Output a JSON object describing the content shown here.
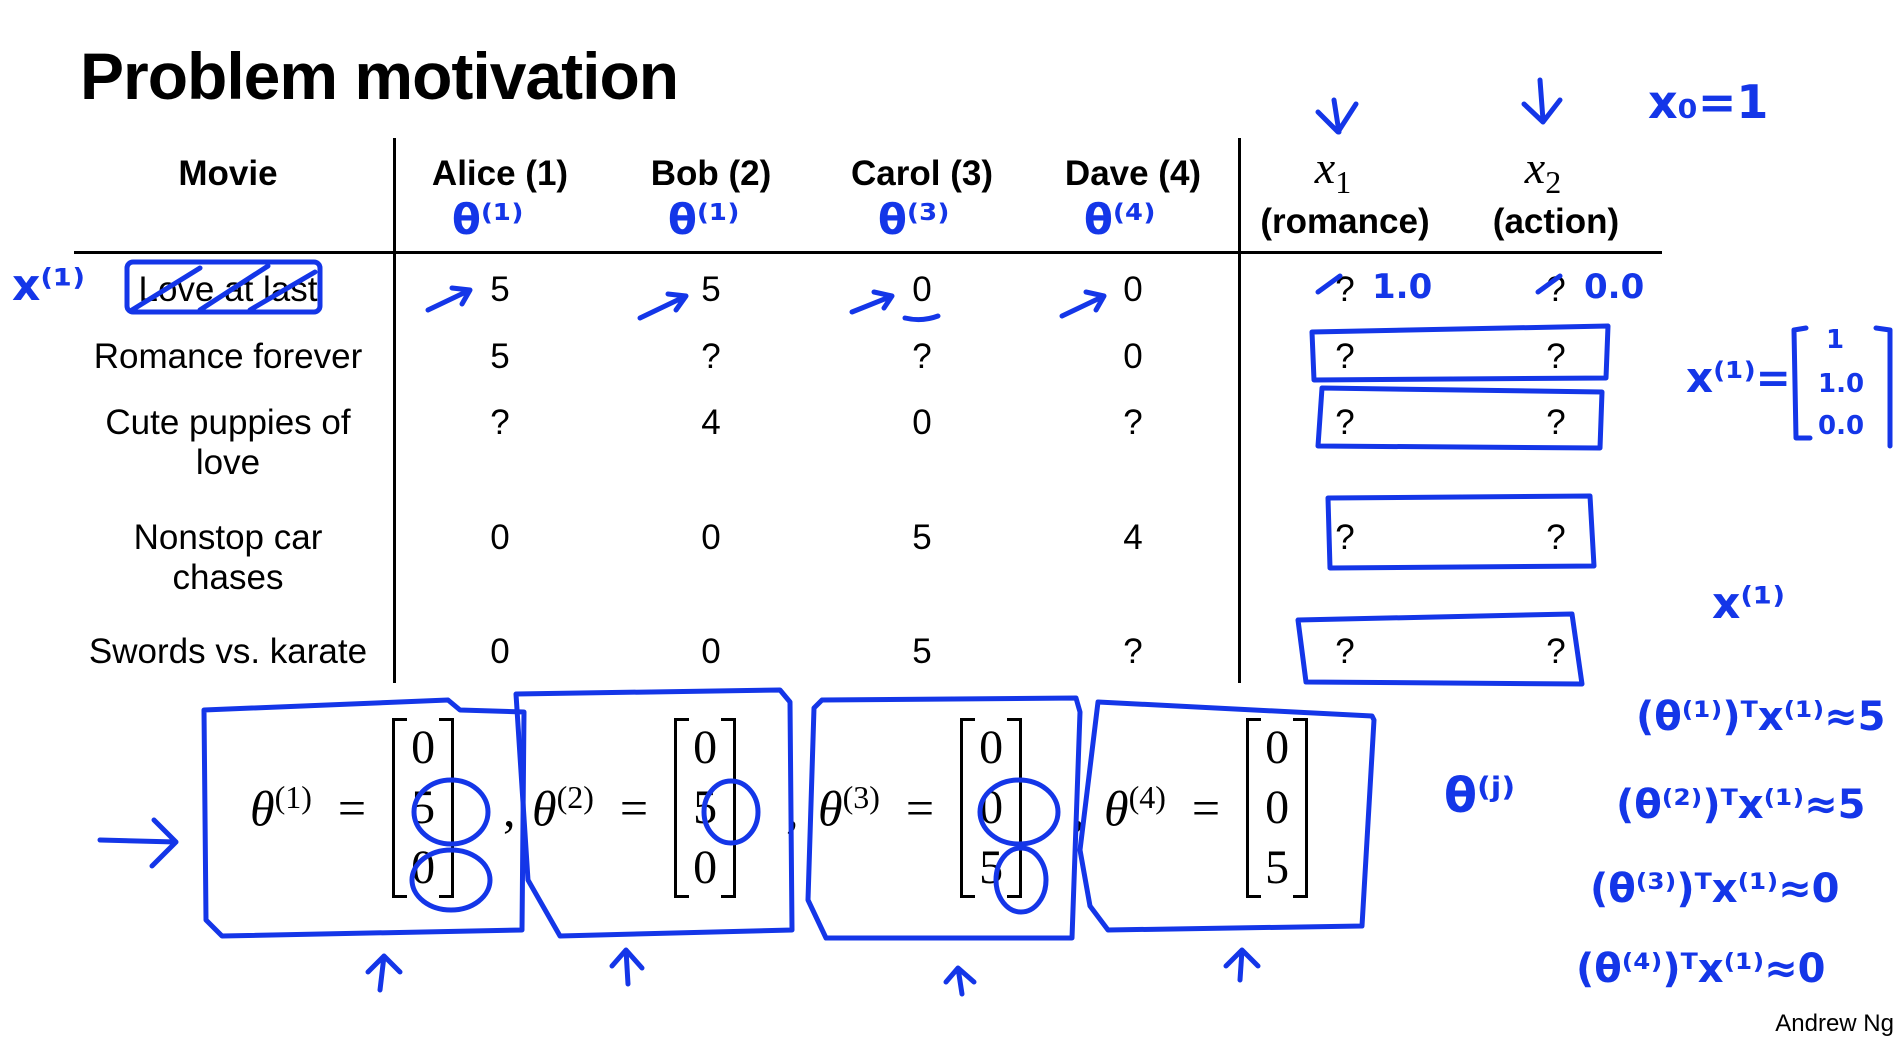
{
  "title": "Problem motivation",
  "credit": "Andrew Ng",
  "table": {
    "movie_header": "Movie",
    "users": [
      "Alice (1)",
      "Bob (2)",
      "Carol (3)",
      "Dave (4)"
    ],
    "features": [
      {
        "symbol": "x",
        "index": "1",
        "label": "(romance)"
      },
      {
        "symbol": "x",
        "index": "2",
        "label": "(action)"
      }
    ],
    "rows": [
      {
        "movie": "Love at last",
        "ratings": [
          "5",
          "5",
          "0",
          "0"
        ],
        "features": [
          "?",
          "?"
        ]
      },
      {
        "movie": "Romance forever",
        "ratings": [
          "5",
          "?",
          "?",
          "0"
        ],
        "features": [
          "?",
          "?"
        ]
      },
      {
        "movie": "Cute puppies of love",
        "ratings": [
          "?",
          "4",
          "0",
          "?"
        ],
        "features": [
          "?",
          "?"
        ]
      },
      {
        "movie": "Nonstop car chases",
        "ratings": [
          "0",
          "0",
          "5",
          "4"
        ],
        "features": [
          "?",
          "?"
        ]
      },
      {
        "movie": "Swords vs. karate",
        "ratings": [
          "0",
          "0",
          "5",
          "?"
        ],
        "features": [
          "?",
          "?"
        ]
      }
    ]
  },
  "theta_vectors": [
    {
      "symbol": "θ",
      "index": "(1)",
      "values": [
        "0",
        "5",
        "0"
      ]
    },
    {
      "symbol": "θ",
      "index": "(2)",
      "values": [
        "0",
        "5",
        "0"
      ]
    },
    {
      "symbol": "θ",
      "index": "(3)",
      "values": [
        "0",
        "0",
        "5"
      ]
    },
    {
      "symbol": "θ",
      "index": "(4)",
      "values": [
        "0",
        "0",
        "5"
      ]
    }
  ],
  "separators": [
    ",",
    ",",
    ","
  ],
  "eq_sign": "=",
  "annotations": {
    "x0": "x₀=1",
    "row_label": "x⁽¹⁾",
    "feat_row1": [
      "1.0",
      "0.0"
    ],
    "x1_vec_lhs": "x⁽¹⁾=",
    "x1_vec": [
      "1",
      "1.0",
      "0.0"
    ],
    "x1_label": "x⁽¹⁾",
    "theta_users": [
      "θ⁽¹⁾",
      "θ⁽¹⁾",
      "θ⁽³⁾",
      "θ⁽⁴⁾"
    ],
    "theta_j": "θ⁽ʲ⁾",
    "products": [
      "(θ⁽¹⁾)ᵀx⁽¹⁾≈5",
      "(θ⁽²⁾)ᵀx⁽¹⁾≈5",
      "(θ⁽³⁾)ᵀx⁽¹⁾≈0",
      "(θ⁽⁴⁾)ᵀx⁽¹⁾≈0"
    ]
  }
}
